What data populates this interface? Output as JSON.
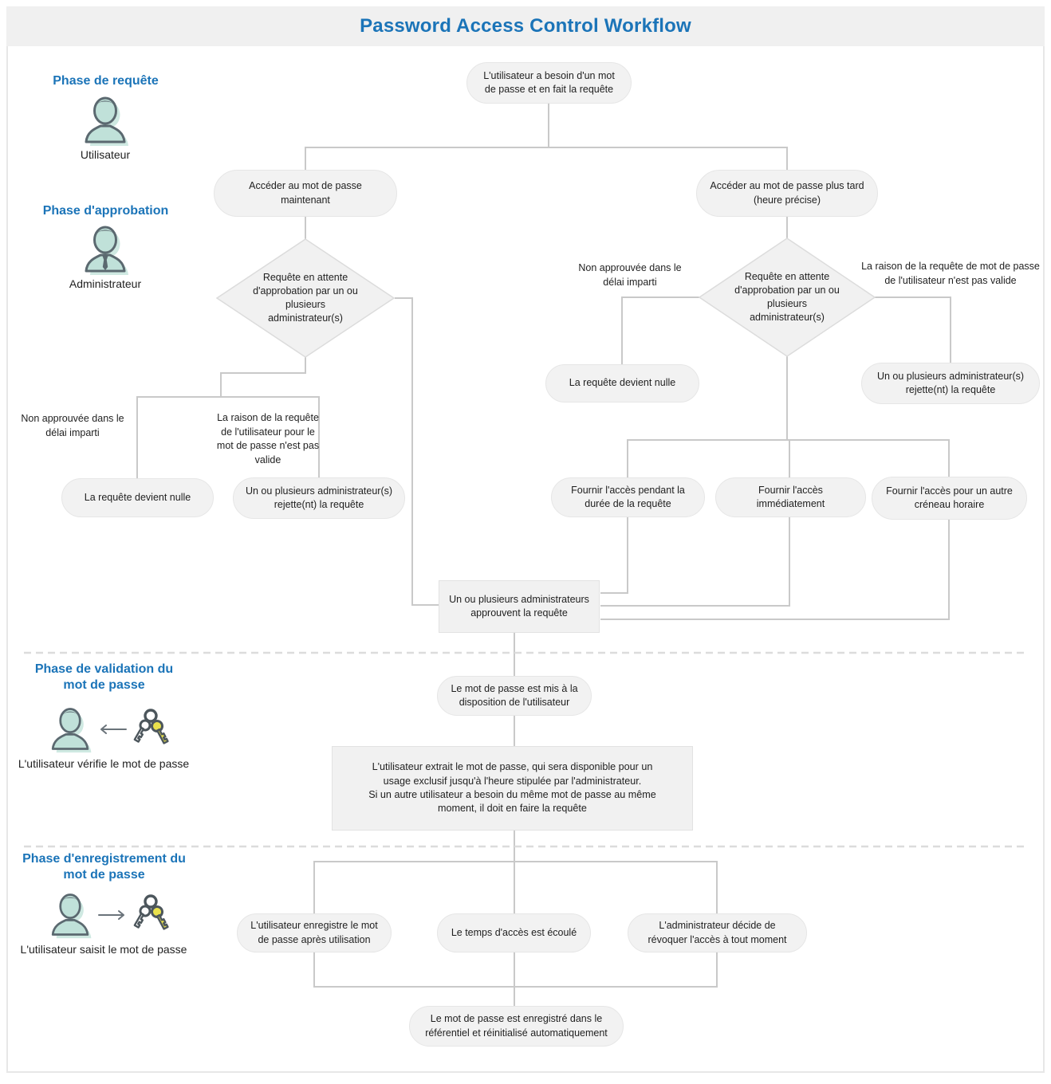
{
  "title": "Password Access Control Workflow",
  "phases": [
    {
      "label": "Phase de requête",
      "actor": "Utilisateur",
      "icon": "user-icon"
    },
    {
      "label": "Phase d'approbation",
      "actor": "Administrateur",
      "icon": "admin-icon"
    },
    {
      "label": "Phase de validation du mot de passe",
      "actor": "L'utilisateur vérifie le mot de passe",
      "icon": "user-receives-keys-icon"
    },
    {
      "label": "Phase d'enregistrement du mot de passe",
      "actor": "L'utilisateur saisit le mot de passe",
      "icon": "user-returns-keys-icon"
    }
  ],
  "nodes": {
    "start": "L'utilisateur a besoin d'un mot de passe et en fait la requête",
    "access_now": "Accéder au mot de passe maintenant",
    "access_later": "Accéder au mot de passe plus tard (heure précise)",
    "pending_left": "Requête en attente d'approbation par un ou plusieurs administrateur(s)",
    "pending_right": "Requête en attente d'approbation par un ou plusieurs administrateur(s)",
    "not_approved_left": "Non approuvée dans le délai imparti",
    "not_approved_right": "Non approuvée dans le délai imparti",
    "reason_invalid_left": "La raison de la requête de l'utilisateur pour le mot de passe n'est pas valide",
    "reason_invalid_right": "La raison de la requête de mot de passe de l'utilisateur n'est pas valide",
    "request_null_left": "La requête devient nulle",
    "request_null_right": "La requête devient nulle",
    "admins_reject_left": "Un ou plusieurs administrateur(s) rejette(nt) la requête",
    "admins_reject_right": "Un ou plusieurs administrateur(s) rejette(nt) la requête",
    "provide_duration": "Fournir l'accès pendant la durée de la requête",
    "provide_immediate": "Fournir l'accès immédiatement",
    "provide_other_slot": "Fournir l'accès pour un autre créneau horaire",
    "admins_approve": "Un ou plusieurs administrateurs approuvent la requête",
    "password_available": "Le mot de passe est mis à la disposition de l'utilisateur",
    "user_retrieves": "L'utilisateur extrait le mot de passe, qui sera disponible pour un\nusage exclusif jusqu'à l'heure stipulée par l'administrateur.\nSi un autre utilisateur a besoin du même mot de passe au même\nmoment, il doit en faire la requête",
    "user_saves": "L'utilisateur enregistre le mot de passe après utilisation",
    "time_elapsed": "Le temps d'accès est écoulé",
    "admin_revokes": "L'administrateur décide de révoquer l'accès à tout moment",
    "password_reset": "Le mot de passe est enregistré dans le référentiel et réinitialisé automatiquement"
  },
  "colors": {
    "accent_blue": "#1b74b8",
    "node_fill": "#f2f2f2",
    "node_border": "#e6e6e6",
    "connector": "#c9c9c9",
    "text": "#1f1f1f",
    "icon_teal": "#c0e1d9",
    "icon_dark": "#5b6970",
    "key_yellow": "#e9e14c"
  }
}
